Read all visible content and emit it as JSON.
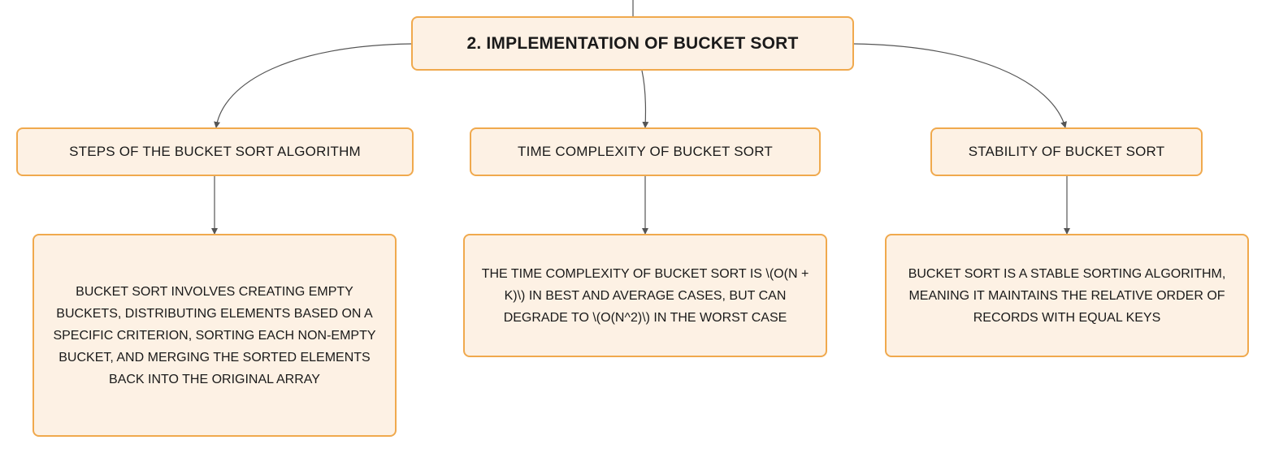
{
  "diagram": {
    "root": {
      "label": "2. IMPLEMENTATION OF BUCKET SORT"
    },
    "topics": [
      {
        "label": "STEPS OF THE BUCKET SORT ALGORITHM",
        "detail": "BUCKET SORT INVOLVES CREATING EMPTY BUCKETS, DISTRIBUTING ELEMENTS BASED ON A SPECIFIC CRITERION, SORTING EACH NON-EMPTY BUCKET, AND MERGING THE SORTED ELEMENTS BACK INTO THE ORIGINAL ARRAY"
      },
      {
        "label": "TIME COMPLEXITY OF BUCKET SORT",
        "detail": "THE TIME COMPLEXITY OF BUCKET SORT IS \\(O(N + K)\\) IN BEST AND AVERAGE CASES, BUT CAN DEGRADE TO \\(O(N^2)\\) IN THE WORST CASE"
      },
      {
        "label": "STABILITY OF BUCKET SORT",
        "detail": "BUCKET SORT IS A STABLE SORTING ALGORITHM, MEANING IT MAINTAINS THE RELATIVE ORDER OF RECORDS WITH EQUAL KEYS"
      }
    ],
    "colors": {
      "node_fill": "#fdf1e4",
      "node_border": "#f0a94d",
      "connector": "#555555",
      "text": "#1a1a1a"
    }
  }
}
